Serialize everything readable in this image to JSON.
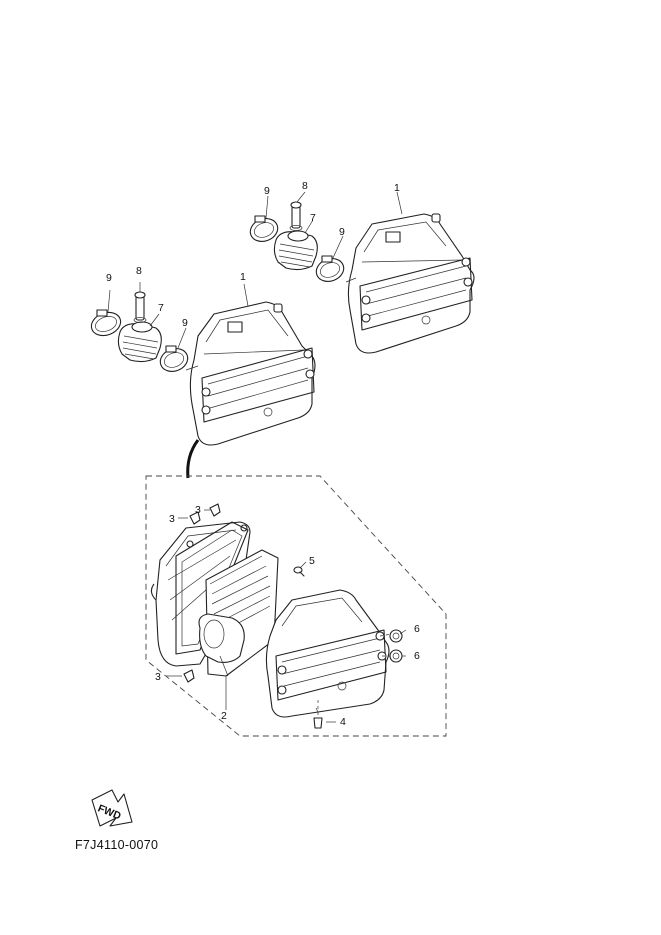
{
  "diagram": {
    "code": "F7J4110-0070",
    "fwd_label": "FWD",
    "callouts": {
      "top_right": {
        "c1": "1",
        "c7": "7",
        "c8": "8",
        "c9a": "9",
        "c9b": "9"
      },
      "top_left": {
        "c1": "1",
        "c7": "7",
        "c8": "8",
        "c9a": "9",
        "c9b": "9"
      },
      "exploded": {
        "c2": "2",
        "c3a": "3",
        "c3b": "3",
        "c3c": "3",
        "c4": "4",
        "c5": "5",
        "c6a": "6",
        "c6b": "6"
      }
    }
  }
}
